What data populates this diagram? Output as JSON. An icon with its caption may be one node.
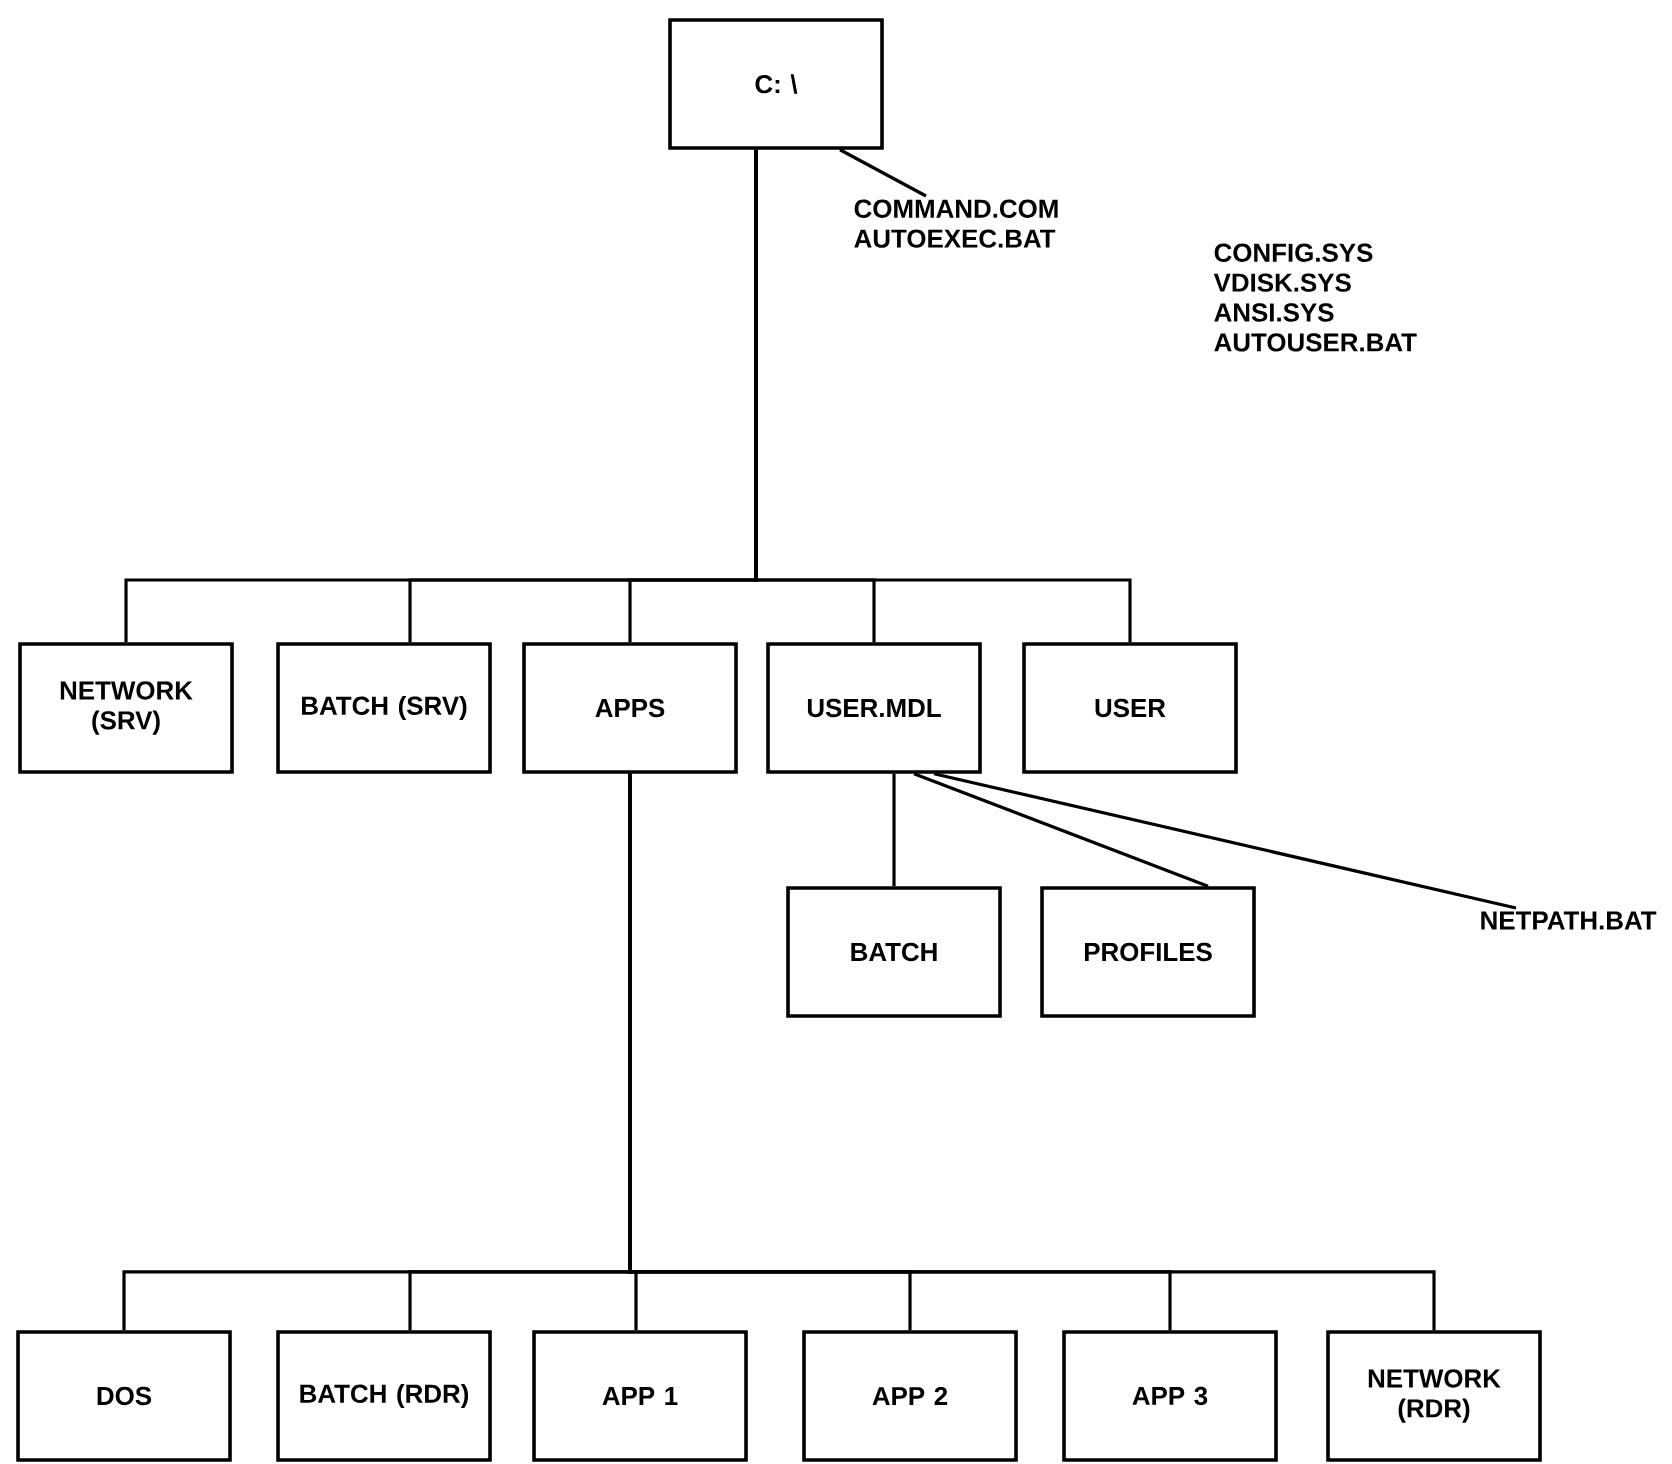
{
  "diagram": {
    "nodes": [
      {
        "text": [
          "C: \\"
        ]
      },
      {
        "text": [
          "COMMAND.COM AUTOEXEC.BAT"
        ]
      },
      {
        "text": [
          "NETWORK (SRV)"
        ]
      },
      {
        "text": [
          "BATCH (SRV)"
        ]
      },
      {
        "text": [
          "APPS"
        ]
      },
      {
        "text": [
          "USER.MDL"
        ]
      },
      {
        "text": [
          "USER"
        ]
      },
      {
        "text": [
          "BATCH"
        ]
      },
      {
        "text": [
          "PROFILES"
        ]
      },
      {
        "text": [
          "NETPATH.BAT"
        ]
      },
      {
        "text": [
          "DOS"
        ]
      },
      {
        "text": [
          "BATCH (RDR)"
        ]
      },
      {
        "text": [
          "APP 1"
        ]
      },
      {
        "text": [
          "APP 2"
        ]
      },
      {
        "text": [
          "APP 3"
        ]
      },
      {
        "text": [
          "NETWORK (RDR)"
        ]
      }
    ],
    "edges": [
      {
        "from": 0,
        "to": 1,
        "arrow": "none"
      },
      {
        "from": 0,
        "to": 2,
        "arrow": "none"
      },
      {
        "from": 0,
        "to": 3,
        "arrow": "none"
      },
      {
        "from": 0,
        "to": 4,
        "arrow": "none"
      },
      {
        "from": 0,
        "to": 5,
        "arrow": "none"
      },
      {
        "from": 0,
        "to": 6,
        "arrow": "none"
      },
      {
        "from": 5,
        "to": 7,
        "arrow": "none"
      },
      {
        "from": 5,
        "to": 8,
        "arrow": "none"
      },
      {
        "from": 5,
        "to": 9,
        "arrow": "none"
      },
      {
        "from": 4,
        "to": 10,
        "arrow": "none"
      },
      {
        "from": 4,
        "to": 11,
        "arrow": "none"
      },
      {
        "from": 4,
        "to": 12,
        "arrow": "none"
      },
      {
        "from": 4,
        "to": 13,
        "arrow": "none"
      },
      {
        "from": 4,
        "to": 14,
        "arrow": "none"
      },
      {
        "from": 4,
        "to": 15,
        "arrow": "none"
      }
    ],
    "labels": [
      "CONFIG.SYS VDISK.SYS ANSI.SYS AUTOUSER.BAT"
    ]
  }
}
